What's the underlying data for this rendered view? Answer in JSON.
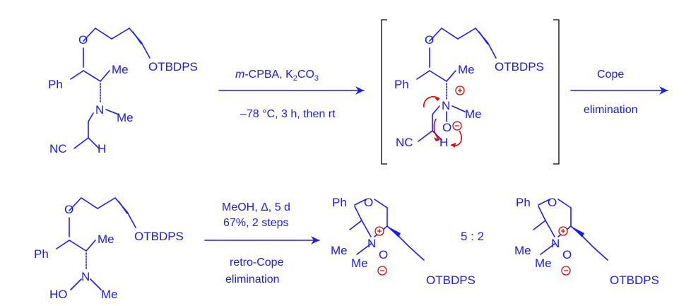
{
  "diagram": {
    "step1": {
      "reagents_prefix": "m",
      "reagents_main": "-CPBA, K",
      "reagents_sub": "2",
      "reagents_co": "CO",
      "reagents_sub2": "3",
      "conditions": "–78 °C, 3 h, then rt"
    },
    "step2": {
      "line1": "Cope",
      "line2": "elimination"
    },
    "step3": {
      "line1": "MeOH, Δ, 5 d",
      "line2": "67%, 2 steps",
      "line3": "retro-Cope",
      "line4": "elimination"
    },
    "ratio": "5 : 2",
    "labels": {
      "O": "O",
      "Ph": "Ph",
      "Me": "Me",
      "N": "N",
      "NC": "NC",
      "H": "H",
      "OTBDPS": "OTBDPS",
      "HO": "HO",
      "Ph_comma": "Ph,,,",
      "charge_plus": "+",
      "charge_minus": "−"
    }
  }
}
